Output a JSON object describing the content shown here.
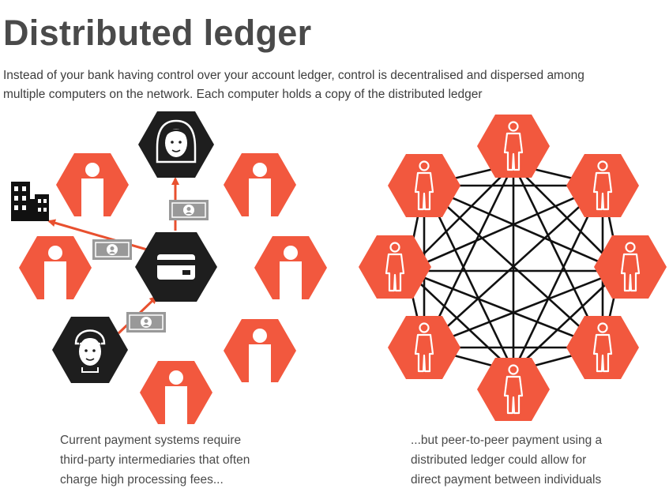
{
  "title": "Distributed ledger",
  "subtitle": {
    "line1": "Instead of your bank having control over your account ledger, control is decentralised and dispersed among",
    "line2": "multiple computers on the network. Each computer holds a copy of the distributed ledger"
  },
  "left_caption": {
    "line1": "Current payment systems require",
    "line2": "third-party intermediaries that often",
    "line3": "charge high processing fees..."
  },
  "right_caption": {
    "line1": "...but peer-to-peer payment using a",
    "line2": "distributed ledger could allow for",
    "line3": "direct payment between individuals"
  },
  "colors": {
    "node_red": "#f2583e",
    "node_dark": "#1e1e1e",
    "arrow": "#e8502f",
    "money": "#999999",
    "line": "#111111"
  },
  "icons": {
    "person": "person-icon",
    "card": "credit-card-icon",
    "money": "banknote-icon",
    "bank": "bank-building-icon",
    "woman": "woman-face-icon",
    "man": "man-face-icon"
  }
}
